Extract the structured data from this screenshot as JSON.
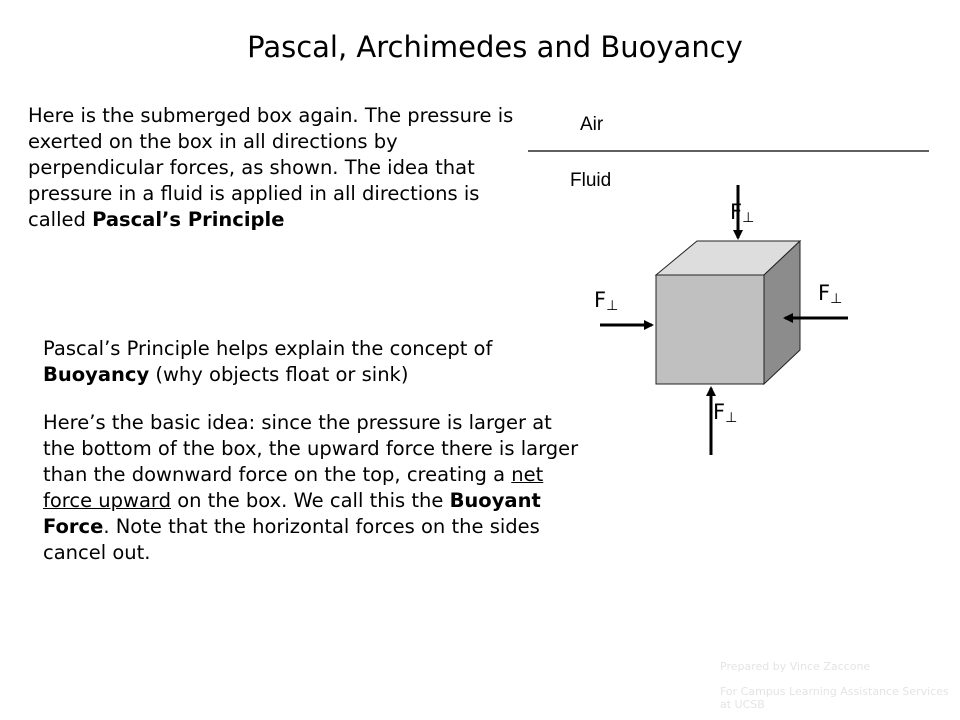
{
  "slide": {
    "title": "Pascal, Archimedes and Buoyancy"
  },
  "para1": {
    "text": "Here is the submerged box again.  The pressure is exerted on the box in all directions by perpendicular forces, as shown.  The idea that pressure in a fluid is applied in all directions is called ",
    "bold": "Pascal’s Principle"
  },
  "para2": {
    "text_before": "Pascal’s Principle helps explain the concept of ",
    "bold": "Buoyancy",
    "text_after": " (why objects float or sink)"
  },
  "para3": {
    "text1": "Here’s the basic idea:  since the pressure is larger at the bottom of the box, the upward force there is larger than the downward force on the top, creating a ",
    "underline": "net force upward",
    "text2": " on the box.  We call this the ",
    "bold": "Buoyant Force",
    "text3": ".  Note that the horizontal forces on the sides cancel out."
  },
  "diagram": {
    "air_label": "Air",
    "fluid_label": "Fluid",
    "force_symbol": "F",
    "perp_symbol": "⊥",
    "colors": {
      "box_front": "#c0c0c0",
      "box_top": "#dddddd",
      "box_side": "#8c8c8c"
    }
  },
  "footer": {
    "line1": "Prepared by Vince Zaccone",
    "line2": "For Campus Learning Assistance Services at UCSB"
  }
}
